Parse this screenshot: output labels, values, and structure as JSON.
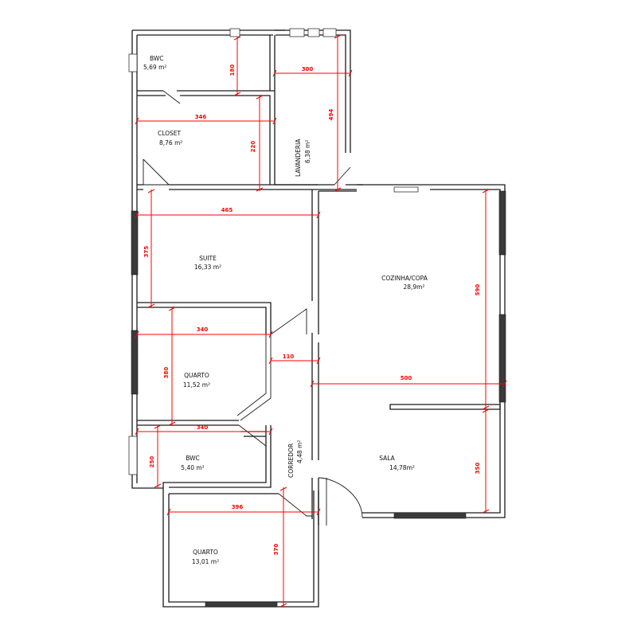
{
  "rooms": {
    "banho1": {
      "name": "BWC",
      "area": "5,69 m²"
    },
    "closet": {
      "name": "CLOSET",
      "area": "8,76 m²"
    },
    "lavanderia": {
      "name": "LAVANDERIA",
      "area": "6,38 m²"
    },
    "suite": {
      "name": "SUITE",
      "area": "16,33 m²"
    },
    "cozinha": {
      "name": "COZINHA/COPA",
      "area": "28,9m²"
    },
    "quarto1": {
      "name": "QUARTO",
      "area": "11,52 m²"
    },
    "corredor": {
      "name": "CORREDOR",
      "area": "4,48 m²"
    },
    "banho2": {
      "name": "BWC",
      "area": "5,40 m²"
    },
    "sala": {
      "name": "SALA",
      "area": "14,78m²"
    },
    "quarto2": {
      "name": "QUARTO",
      "area": "13,01 m²"
    }
  },
  "dimensions": {
    "d_bwc_v": "180",
    "d_lav_h": "300",
    "d_closet_h": "346",
    "d_lav_v": "494",
    "d_closet_v": "220",
    "d_suite_h": "465",
    "d_suite_v": "375",
    "d_quarto_h": "340",
    "d_corr_h": "110",
    "d_quarto_v": "380",
    "d_cozinha_v": "590",
    "d_sala_h": "500",
    "d_bwc2_h": "340",
    "d_bwc2_v": "250",
    "d_sala_v": "350",
    "d_q2_h": "396",
    "d_q2_v": "370"
  }
}
